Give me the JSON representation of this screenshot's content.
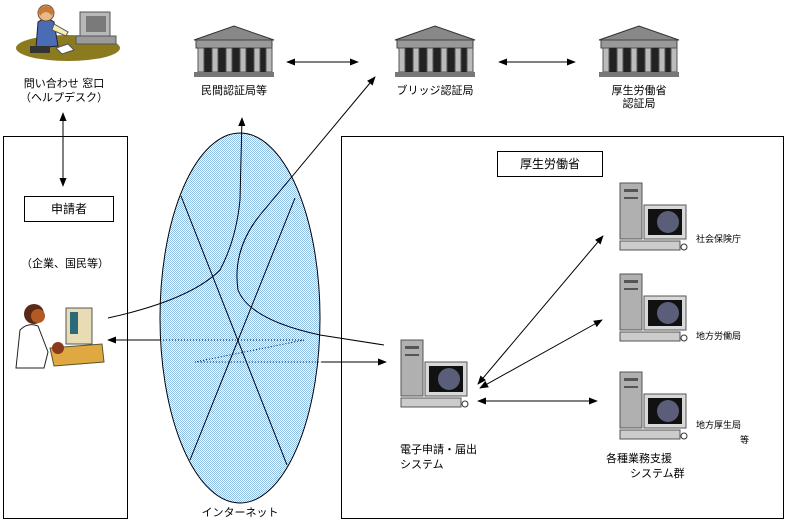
{
  "helpdesk": {
    "label_line1": "問い合わせ 窓口",
    "label_line2": "（ヘルプデスク）",
    "icon": "helpdesk-operator-icon"
  },
  "authorities": [
    {
      "label": "民間認証局等",
      "icon": "building-icon"
    },
    {
      "label": "ブリッジ認証局",
      "icon": "building-icon"
    },
    {
      "label_line1": "厚生労働省",
      "label_line2": "認証局",
      "icon": "building-icon"
    }
  ],
  "applicant": {
    "title": "申請者",
    "subtitle": "（企業、国民等）",
    "icon": "user-at-computer-icon"
  },
  "internet": {
    "label": "インターネット",
    "fill_color": "#cfe3f5"
  },
  "ministry": {
    "title": "厚生労働省",
    "main_system": {
      "label_line1": "電子申請・届出",
      "label_line2": "システム",
      "icon": "desktop-computer-icon"
    },
    "backend_systems": [
      {
        "label": "社会保険庁",
        "icon": "desktop-computer-icon"
      },
      {
        "label": "地方労働局",
        "icon": "desktop-computer-icon"
      },
      {
        "label_line1": "地方厚生局",
        "label_line2": "等",
        "icon": "desktop-computer-icon"
      }
    ],
    "backend_group_line1": "各種業務支援",
    "backend_group_line2": "システム群"
  }
}
